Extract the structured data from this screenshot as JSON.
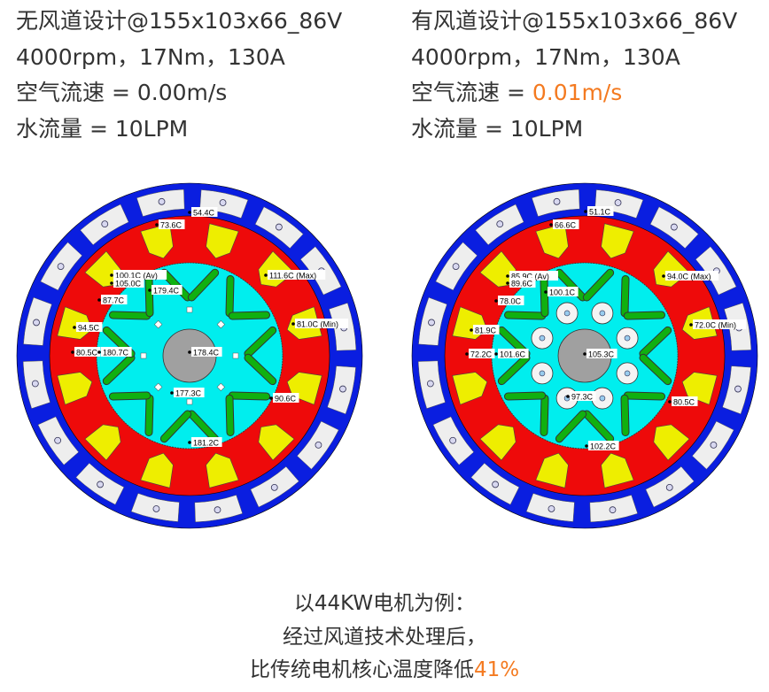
{
  "left_panel": {
    "title": "无风道设计@155x103x66_86V",
    "condition": "4000rpm，17Nm，130A",
    "air_speed_label": "空气流速 = ",
    "air_speed_value": "0.00m/s",
    "water_flow": "水流量 = 10LPM",
    "temps": [
      "54.4C",
      "73.6C",
      "100.1C (Av)",
      "105.0C",
      "179.4C",
      "87.7C",
      "111.6C (Max)",
      "94.5C",
      "81.0C (Min)",
      "80.5C",
      "180.7C",
      "178.4C",
      "177.3C",
      "90.6C",
      "181.2C"
    ]
  },
  "right_panel": {
    "title": "有风道设计@155x103x66_86V",
    "condition": "4000rpm，17Nm，130A",
    "air_speed_label": "空气流速 = ",
    "air_speed_value": "0.01m/s",
    "water_flow": "水流量 = 10LPM",
    "temps": [
      "51.1C",
      "66.6C",
      "85.9C (Av)",
      "89.6C",
      "100.1C",
      "78.0C",
      "94.0C (Max)",
      "72.0C (Min)",
      "81.9C",
      "72.2C",
      "101.6C",
      "105.3C",
      "97.3C",
      "80.5C",
      "102.2C"
    ]
  },
  "footer": {
    "line1": "以44KW电机为例：",
    "line2": "经过风道技术处理后，",
    "line3_prefix": "比传统电机核心温度降低",
    "line3_highlight": "41%"
  },
  "colors": {
    "housing": "#0a1ee0",
    "stator": "#ee0a0a",
    "rotor": "#00eeee",
    "slot": "#eeee00",
    "magnet": "#10b010",
    "shaft": "#a0a0a0",
    "highlight": "#f47a20"
  }
}
